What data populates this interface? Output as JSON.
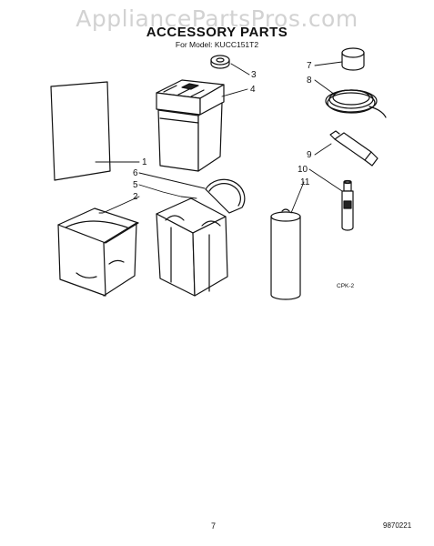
{
  "watermark": "AppliancePartsPros.com",
  "title": "ACCESSORY PARTS",
  "subtitle": "For Model: KUCC151T2",
  "callouts": {
    "c1": "1",
    "c2": "2",
    "c3": "3",
    "c4": "4",
    "c5": "5",
    "c6": "6",
    "c7": "7",
    "c8": "8",
    "c9": "9",
    "c10": "10",
    "c11": "11"
  },
  "diagram_code": "CPK-2",
  "page_number": "7",
  "document_number": "9870221"
}
